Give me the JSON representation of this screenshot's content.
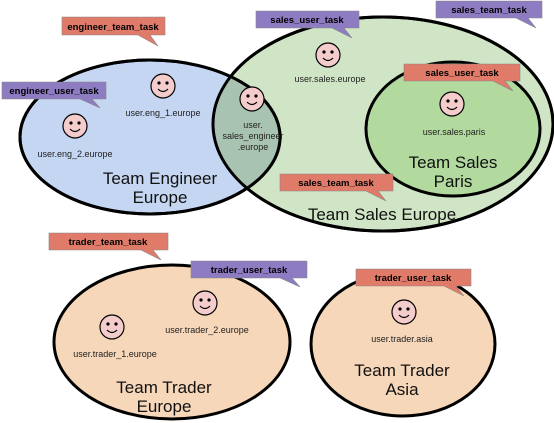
{
  "teams": {
    "engineer_europe": {
      "line1": "Team Engineer",
      "line2": "Europe",
      "fill": "#c5d6f2"
    },
    "sales_europe": {
      "line1": "Team Sales Europe",
      "fill": "#d0e5c5"
    },
    "sales_paris": {
      "line1": "Team Sales",
      "line2": "Paris",
      "fill": "#b2d99e"
    },
    "trader_europe": {
      "line1": "Team Trader",
      "line2": "Europe",
      "fill": "#f7d7b9"
    },
    "trader_asia": {
      "line1": "Team Trader",
      "line2": "Asia",
      "fill": "#f7d7b9"
    }
  },
  "overlap_fill": "#a9c3b2",
  "users": {
    "eng_1": {
      "label": "user.eng_1.europe"
    },
    "eng_2": {
      "label": "user.eng_2.europe"
    },
    "sales_engineer": {
      "line1": "user.",
      "line2": "sales_engineer",
      "line3": ".europe"
    },
    "sales_europe": {
      "label": "user.sales.europe"
    },
    "sales_paris": {
      "label": "user.sales.paris"
    },
    "trader_1": {
      "label": "user.trader_1.europe"
    },
    "trader_2": {
      "label": "user.trader_2.europe"
    },
    "trader_asia": {
      "label": "user.trader.asia"
    }
  },
  "tags": {
    "engineer_team_task": {
      "label": "engineer_team_task",
      "kind": "team"
    },
    "engineer_user_task": {
      "label": "engineer_user_task",
      "kind": "user"
    },
    "sales_user_task_top": {
      "label": "sales_user_task",
      "kind": "user"
    },
    "sales_team_task_top": {
      "label": "sales_team_task",
      "kind": "user"
    },
    "sales_user_task_paris": {
      "label": "sales_user_task",
      "kind": "team"
    },
    "sales_team_task_mid": {
      "label": "sales_team_task",
      "kind": "team"
    },
    "trader_team_task": {
      "label": "trader_team_task",
      "kind": "team"
    },
    "trader_user_task_europe": {
      "label": "trader_user_task",
      "kind": "user"
    },
    "trader_user_task_asia": {
      "label": "trader_user_task",
      "kind": "team"
    }
  },
  "colors": {
    "team_tag": "#e07b6a",
    "user_tag": "#8e7cc3",
    "face": "#f4cccc",
    "outline": "#000000"
  }
}
